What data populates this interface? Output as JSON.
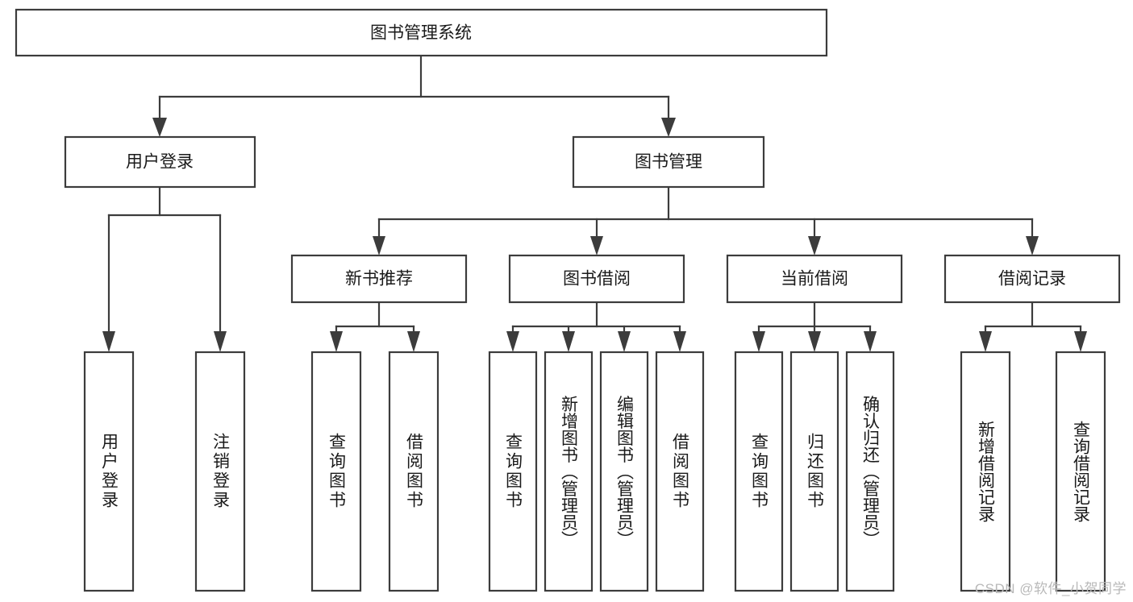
{
  "diagram": {
    "type": "tree-hierarchy-chart",
    "title": "图书管理系统",
    "watermark": "CSDN @软件_小贺同学",
    "colors": {
      "box_stroke": "#3c3c3c",
      "box_fill": "#ffffff",
      "text": "#1a1a1a",
      "background": "#ffffff",
      "watermark": "#b9b9b9"
    },
    "root": {
      "label": "图书管理系统"
    },
    "level2": [
      {
        "label": "用户登录"
      },
      {
        "label": "图书管理"
      }
    ],
    "level3": [
      {
        "label": "新书推荐"
      },
      {
        "label": "图书借阅"
      },
      {
        "label": "当前借阅"
      },
      {
        "label": "借阅记录"
      }
    ],
    "leaves": {
      "user_login": [
        {
          "label": "用户登录"
        },
        {
          "label": "注销登录"
        }
      ],
      "new_book_recommend": [
        {
          "label": "查询图书"
        },
        {
          "label": "借阅图书"
        }
      ],
      "book_borrow": [
        {
          "label": "查询图书"
        },
        {
          "label": "新增图书（管理员）"
        },
        {
          "label": "编辑图书（管理员）"
        },
        {
          "label": "借阅图书"
        }
      ],
      "current_borrow": [
        {
          "label": "查询图书"
        },
        {
          "label": "归还图书"
        },
        {
          "label": "确认归还（管理员）"
        }
      ],
      "borrow_record": [
        {
          "label": "新增借阅记录"
        },
        {
          "label": "查询借阅记录"
        }
      ]
    }
  }
}
